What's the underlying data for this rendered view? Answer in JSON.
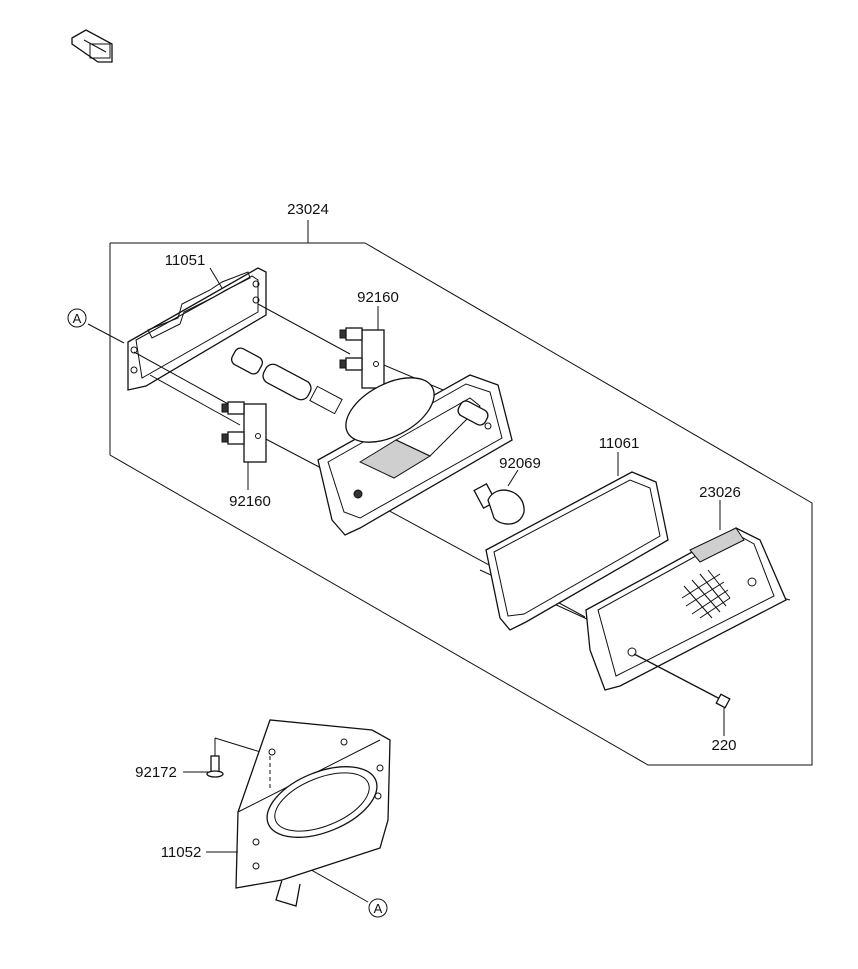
{
  "labels": {
    "assembly": "23024",
    "gasket_top": "11051",
    "socket_upper": "92160",
    "socket_lower": "92160",
    "bulb": "92069",
    "lens_gasket": "11061",
    "lens": "23026",
    "screw_long": "220",
    "screw_short": "92172",
    "bracket": "11052",
    "ref_a_top": "A",
    "ref_a_bottom": "A"
  }
}
